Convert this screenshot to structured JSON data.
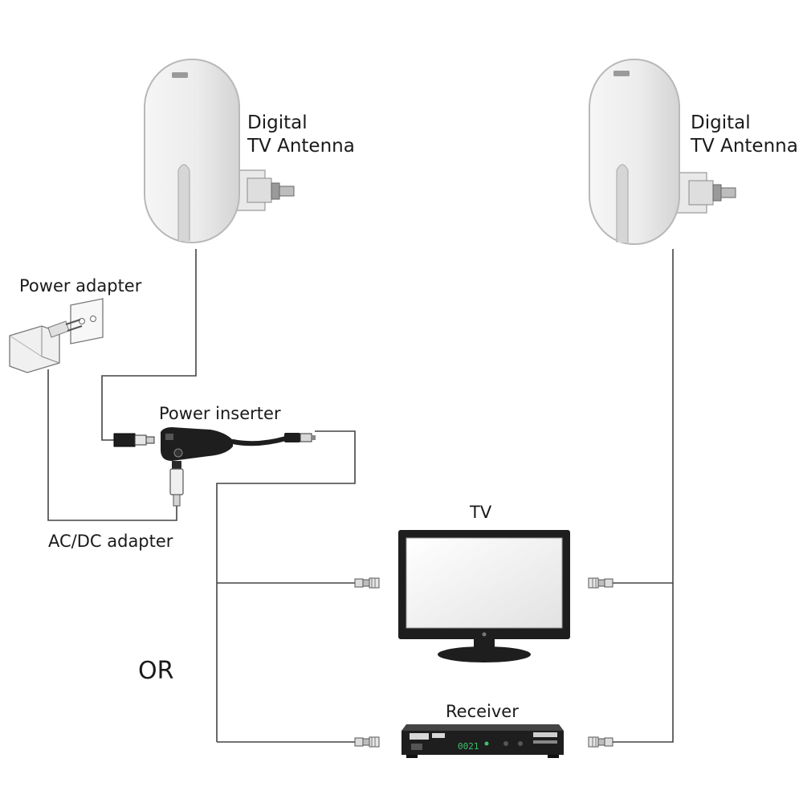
{
  "labels": {
    "antenna_left_line1": "Digital",
    "antenna_left_line2": "TV Antenna",
    "antenna_right_line1": "Digital",
    "antenna_right_line2": "TV Antenna",
    "power_adapter": "Power adapter",
    "power_inserter": "Power inserter",
    "ac_dc_adapter": "AC/DC adapter",
    "tv": "TV",
    "or": "OR",
    "receiver": "Receiver"
  },
  "device_text": {
    "receiver_display": "0021"
  },
  "colors": {
    "wire": "#444444",
    "antenna_body": "#ececec",
    "antenna_outline": "#bdbdbd",
    "device_dark": "#1e1e1e",
    "receiver_display": "#3cc26a"
  },
  "icons": [
    "antenna-icon",
    "wall-socket-icon",
    "plug-adapter-icon",
    "power-inserter-icon",
    "coax-connector-icon",
    "tv-icon",
    "receiver-icon"
  ]
}
